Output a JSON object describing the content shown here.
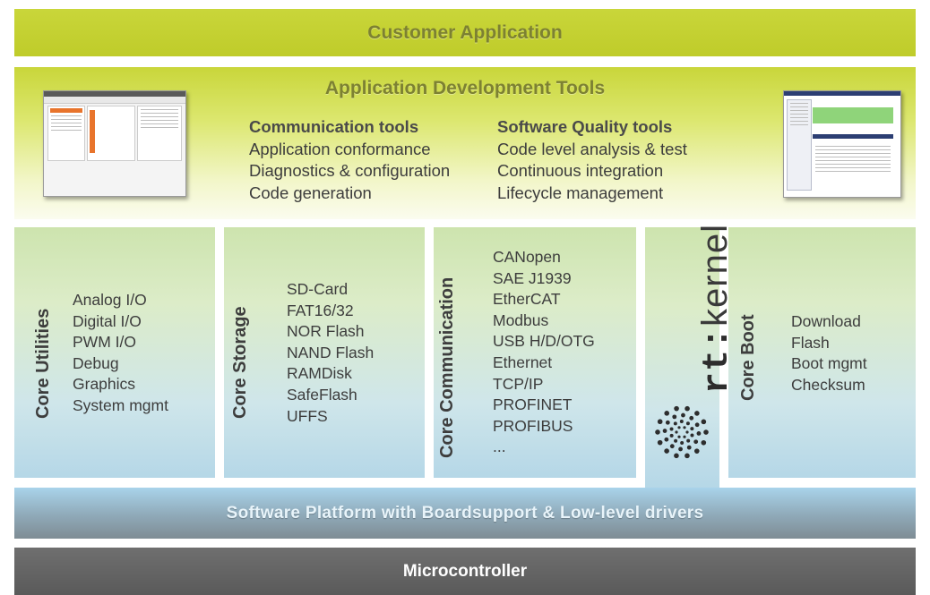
{
  "customer_application": {
    "title": "Customer Application"
  },
  "app_dev_tools": {
    "title": "Application Development Tools",
    "communication": {
      "heading": "Communication tools",
      "items": [
        "Application conformance",
        "Diagnostics & configuration",
        "Code generation"
      ]
    },
    "quality": {
      "heading": "Software Quality tools",
      "items": [
        "Code level analysis & test",
        "Continuous integration",
        "Lifecycle management"
      ]
    }
  },
  "modules": {
    "utilities": {
      "title": "Core Utilities",
      "items": [
        "Analog I/O",
        "Digital I/O",
        "PWM I/O",
        "Debug",
        "Graphics",
        "System mgmt"
      ]
    },
    "storage": {
      "title": "Core Storage",
      "items": [
        "SD-Card",
        "FAT16/32",
        "NOR Flash",
        "NAND Flash",
        "RAMDisk",
        "SafeFlash",
        "UFFS"
      ]
    },
    "communication": {
      "title": "Core Communication",
      "items": [
        "CANopen",
        "SAE J1939",
        "EtherCAT",
        "Modbus",
        "USB H/D/OTG",
        "Ethernet",
        "TCP/IP",
        "PROFINET",
        "PROFIBUS",
        "..."
      ]
    },
    "rtkernel": {
      "prefix": "rt",
      "sep": ":",
      "name": "kernel"
    },
    "boot": {
      "title": "Core Boot",
      "items": [
        "Download",
        "Flash",
        "Boot mgmt",
        "Checksum"
      ]
    }
  },
  "platform": {
    "title": "Software Platform with Boardsupport & Low-level drivers"
  },
  "microcontroller": {
    "title": "Microcontroller"
  },
  "colors": {
    "olive": "#c9d63a",
    "olive_text": "#7d8132",
    "module_green": "#cde4ae",
    "module_blue": "#b5d7e7",
    "platform": "#8fa9b8",
    "mcu": "#5a5a5a"
  }
}
